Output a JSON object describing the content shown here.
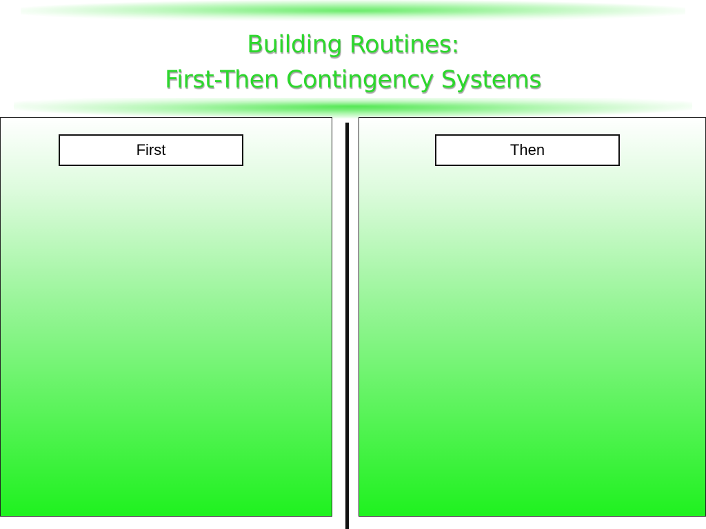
{
  "slide": {
    "title_line1": "Building Routines:",
    "title_line2": "First-Then Contingency Systems",
    "left_panel": {
      "label": "First"
    },
    "right_panel": {
      "label": "Then"
    }
  },
  "colors": {
    "title": "#2cd72c",
    "panel_gradient_top": "#ffffff",
    "panel_gradient_bottom": "#1ff21f",
    "divider": "#111111"
  }
}
